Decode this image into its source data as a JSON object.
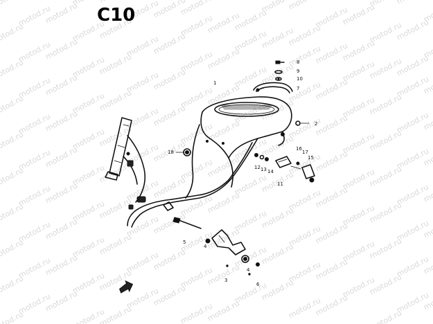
{
  "title": "C10",
  "watermark_text": "motod.ru",
  "part_labels": [
    "1",
    "2",
    "3",
    "4",
    "4",
    "5",
    "6",
    "7",
    "8",
    "9",
    "10",
    "11",
    "12",
    "13",
    "14",
    "15",
    "16",
    "17",
    "18"
  ],
  "colors": {
    "ink": "#111111",
    "watermark": "#d9d9d9",
    "background": "#ffffff"
  }
}
